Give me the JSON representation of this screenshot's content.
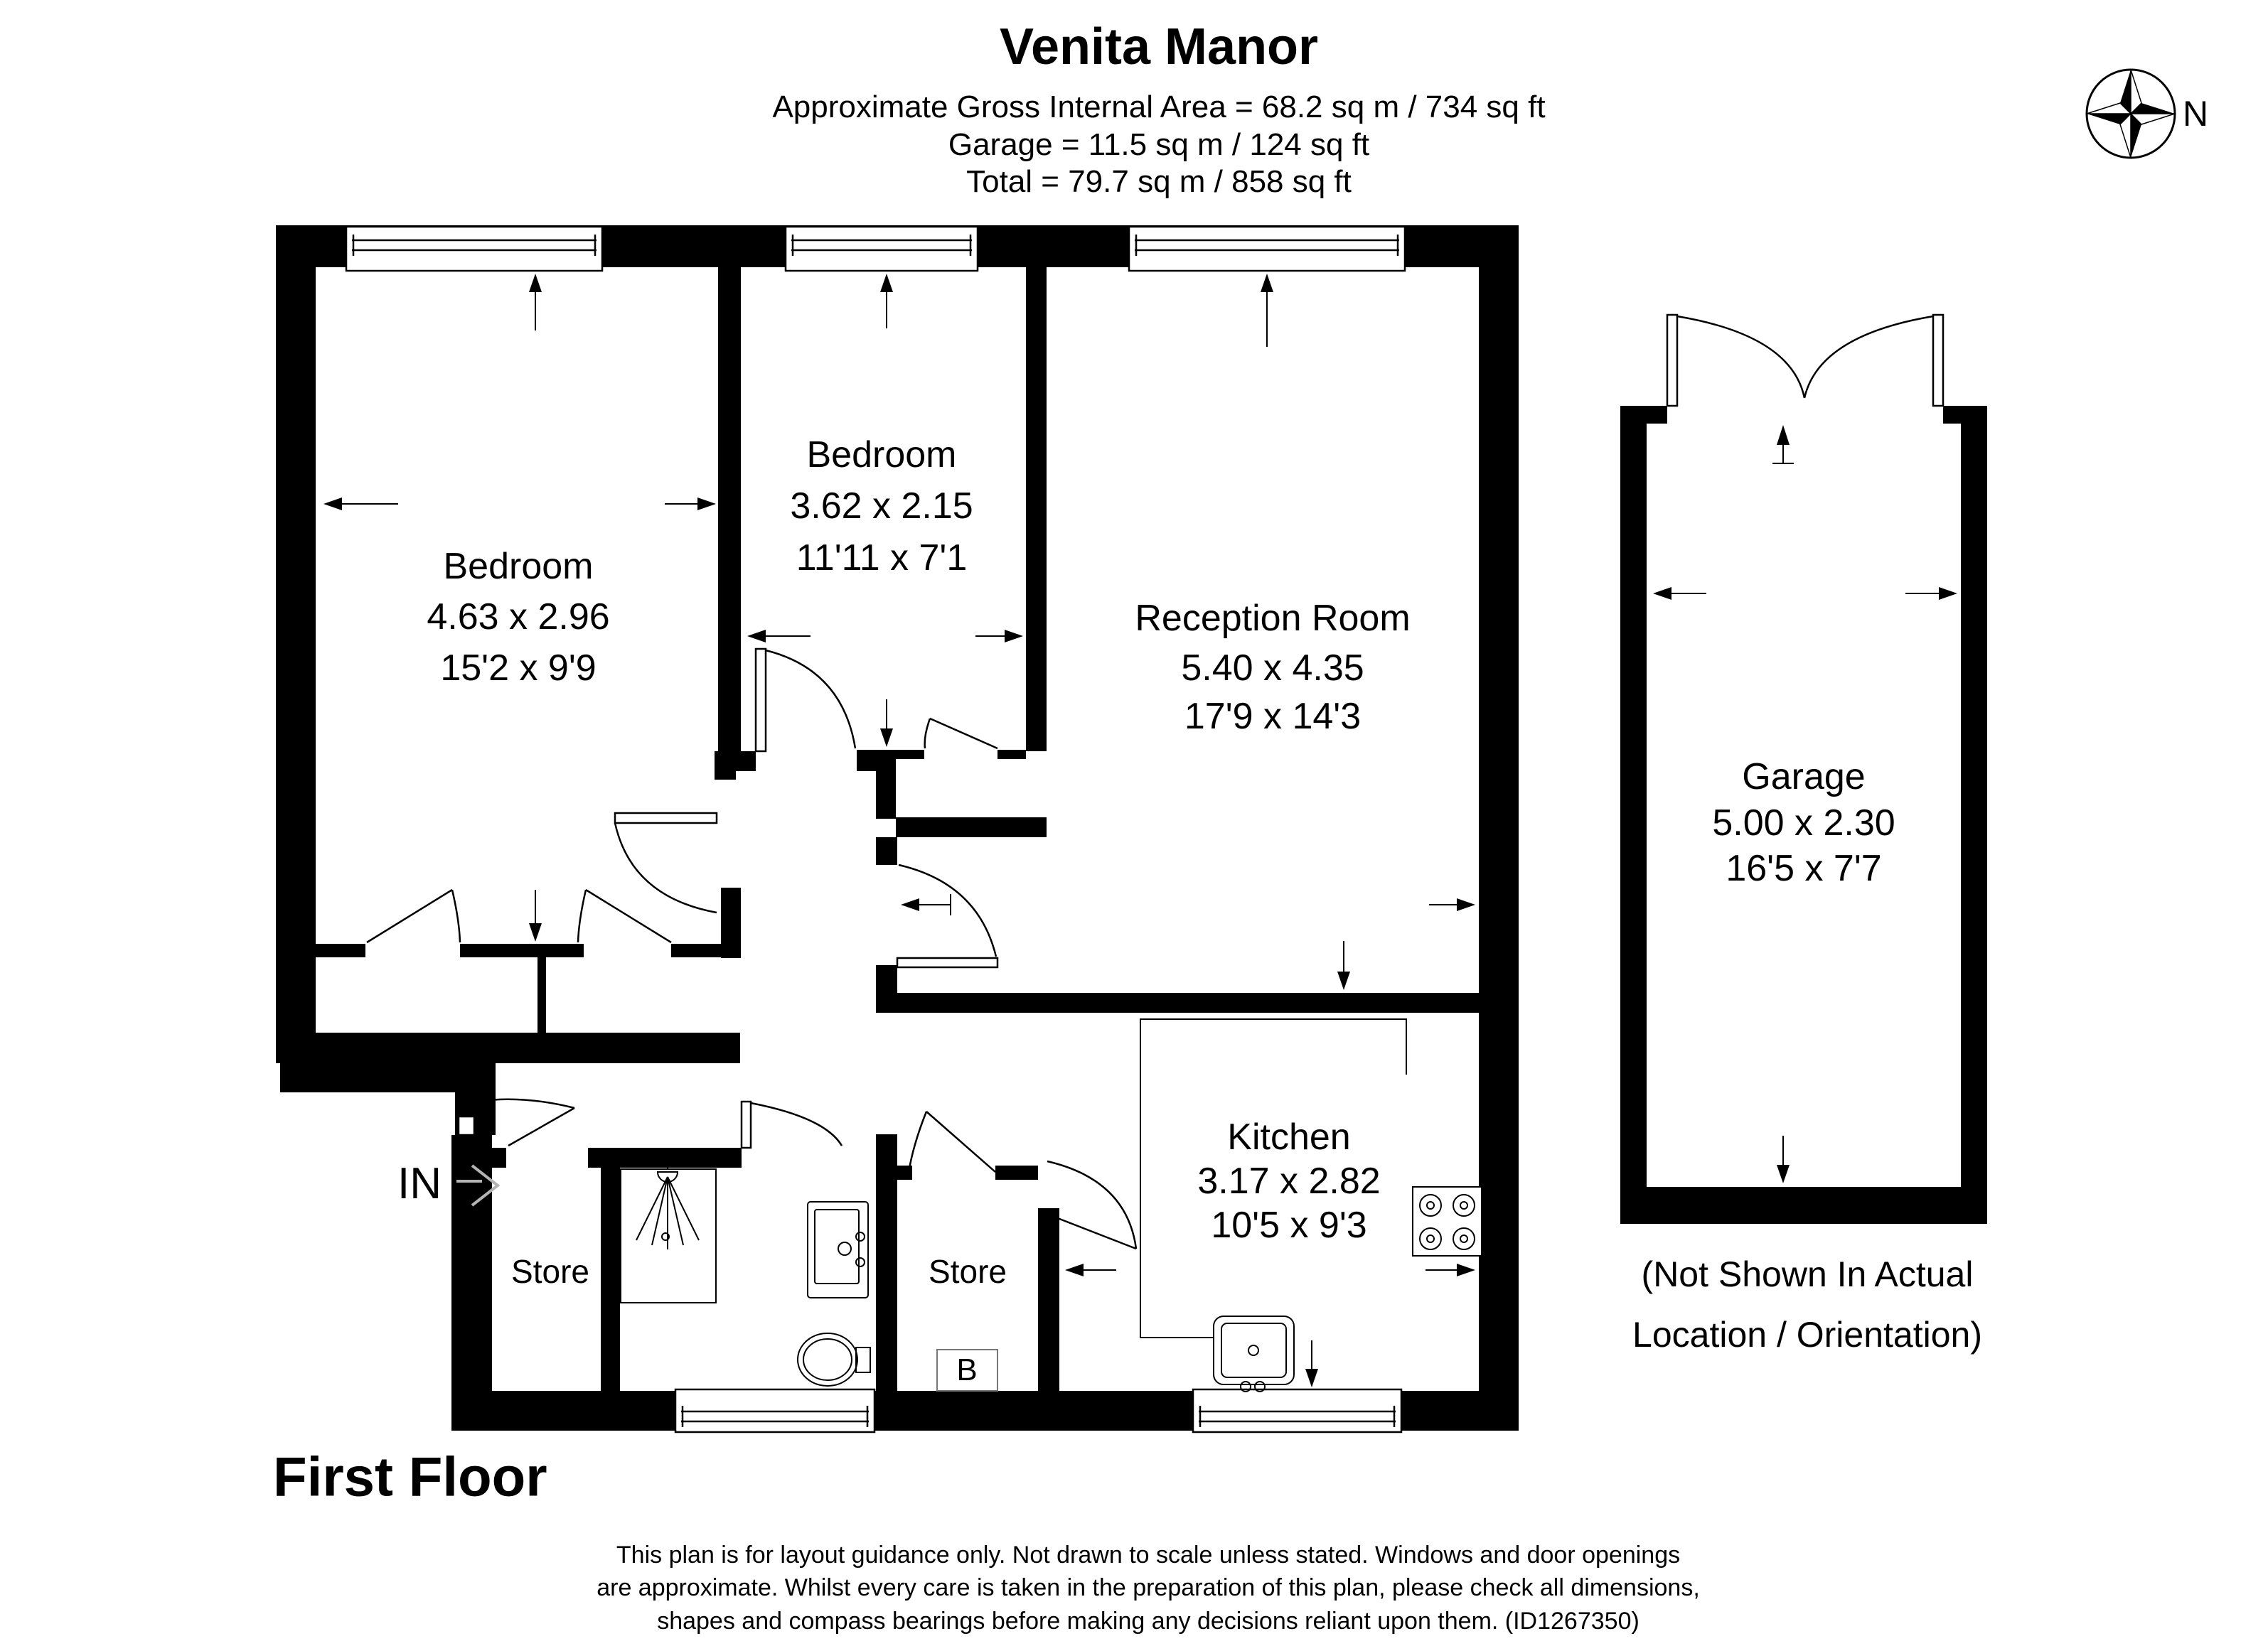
{
  "header": {
    "title": "Venita Manor",
    "area_line": "Approximate Gross Internal Area = 68.2 sq m / 734 sq ft",
    "garage_line": "Garage = 11.5 sq m / 124 sq ft",
    "total_line": "Total = 79.7 sq m / 858 sq ft"
  },
  "compass": {
    "north_label": "N"
  },
  "rooms": {
    "bedroom1": {
      "name": "Bedroom",
      "size_m": "4.63 x 2.96",
      "size_ft": "15'2 x 9'9"
    },
    "bedroom2": {
      "name": "Bedroom",
      "size_m": "3.62 x 2.15",
      "size_ft": "11'11 x 7'1"
    },
    "reception": {
      "name": "Reception Room",
      "size_m": "5.40 x 4.35",
      "size_ft": "17'9 x 14'3"
    },
    "kitchen": {
      "name": "Kitchen",
      "size_m": "3.17 x 2.82",
      "size_ft": "10'5 x 9'3"
    },
    "garage": {
      "name": "Garage",
      "size_m": "5.00 x 2.30",
      "size_ft": "16'5 x 7'7"
    },
    "store_left": {
      "name": "Store"
    },
    "store_right": {
      "name": "Store"
    },
    "boiler": {
      "label": "B"
    }
  },
  "entrance": {
    "label": "IN"
  },
  "garage_note": {
    "line1": "(Not Shown In Actual",
    "line2": "Location / Orientation)"
  },
  "floor_label": "First Floor",
  "disclaimer": {
    "line1": "This plan is for layout guidance only. Not drawn to scale unless stated. Windows and door openings",
    "line2": "are approximate. Whilst every care is taken in the preparation of this plan, please check all dimensions,",
    "line3": "shapes and compass bearings before making any decisions reliant upon them. (ID1267350)"
  },
  "colors": {
    "wall": "#000000",
    "background": "#ffffff",
    "entrance_arrow": "#b3b3b3"
  }
}
